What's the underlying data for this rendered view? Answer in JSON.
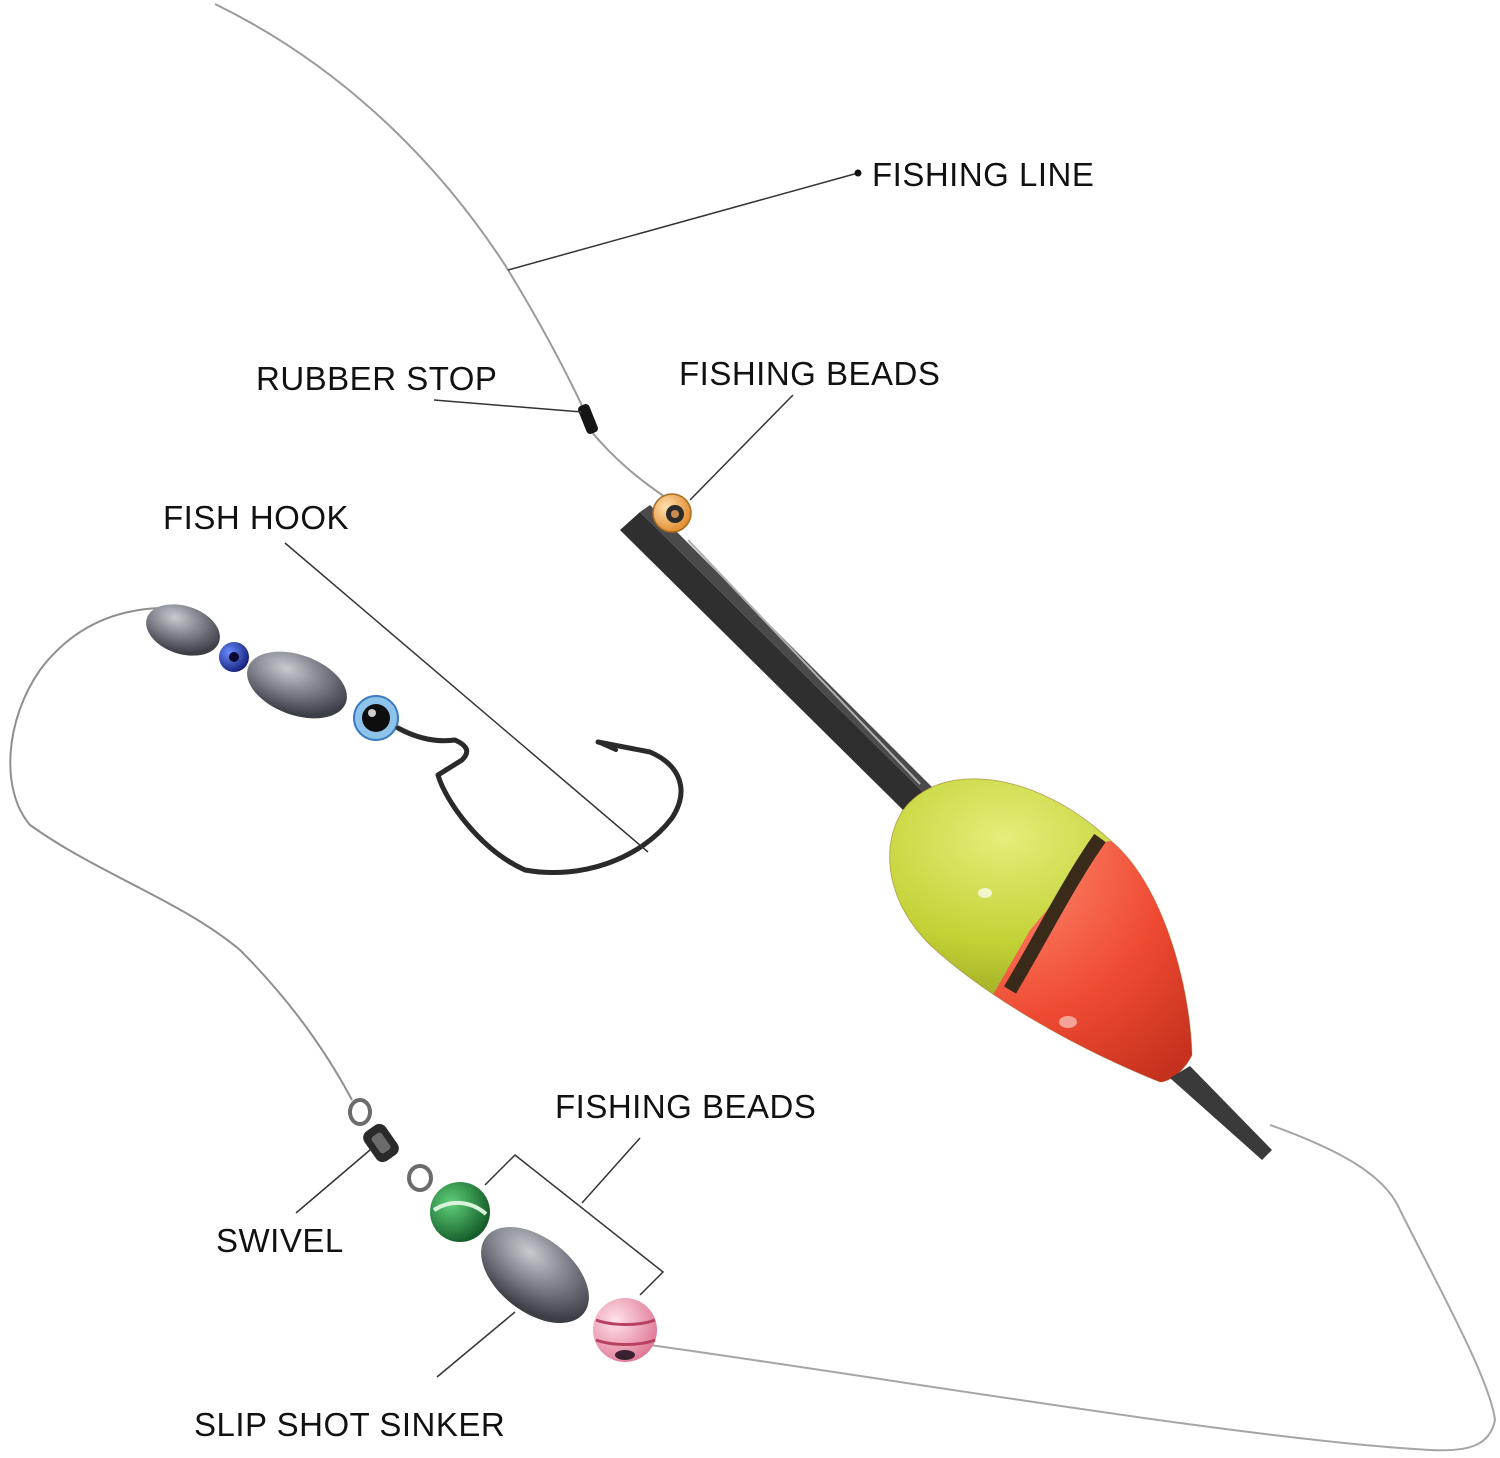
{
  "labels": {
    "fishing_line": "FISHING LINE",
    "rubber_stop": "RUBBER STOP",
    "fishing_beads_top": "FISHING BEADS",
    "fish_hook": "FISH HOOK",
    "fishing_beads_bottom": "FISHING BEADS",
    "swivel": "SWIVEL",
    "slip_shot_sinker": "SLIP SHOT SINKER"
  },
  "colors": {
    "background": "#ffffff",
    "line": "#9a9a9a",
    "leader": "#444444",
    "float_top": "#c8d53a",
    "float_bottom": "#ef4a32",
    "float_band": "#3a2a1a",
    "stem": "#2e2e2e",
    "sinker": "#6d6f78",
    "bead_orange": "#f0a040",
    "bead_blue": "#1f3fbf",
    "bead_light_blue": "#8ec4ec",
    "bead_green": "#1f8a3a",
    "bead_pink": "#f3a4b8",
    "hook": "#2a2a2a"
  }
}
